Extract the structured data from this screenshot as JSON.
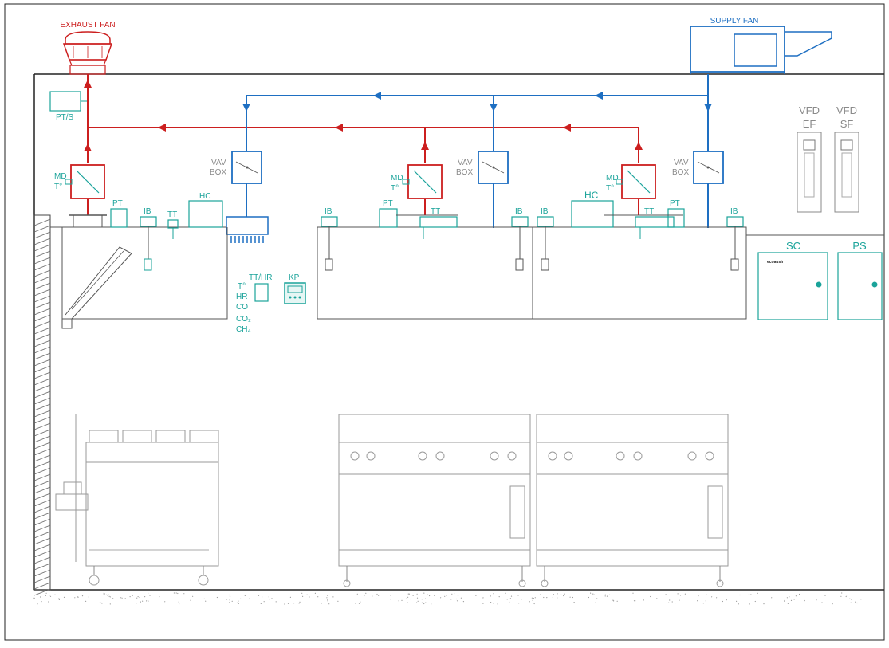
{
  "equipment": {
    "exhaust_fan": "EXHAUST FAN",
    "supply_fan": "SUPPLY FAN",
    "pts": "PT/S",
    "md": "MD",
    "temp": "T°",
    "vav_1": "VAV",
    "vav_2": "BOX",
    "pt": "PT",
    "ib": "IB",
    "tt": "TT",
    "hc": "HC",
    "tthr": "TT/HR",
    "kp": "KP",
    "sensor_list": [
      "T°",
      "HR",
      "CO",
      "CO₂",
      "CH₄"
    ],
    "vfd": "VFD",
    "ef": "EF",
    "sf": "SF",
    "sc": "SC",
    "ps": "PS",
    "sc_panel_text": "ecoausir"
  },
  "colors": {
    "exhaust": "#cc1f1f",
    "supply": "#1e6fc2",
    "controls": "#1aa39a",
    "equipment": "#555555"
  }
}
